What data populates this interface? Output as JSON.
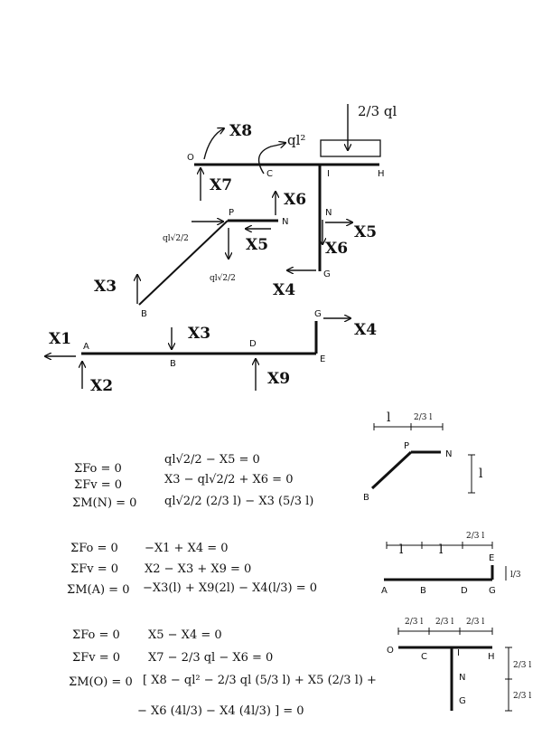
{
  "diagram": {
    "top_load": "2/3 ql",
    "moment": "ql²",
    "points": {
      "O": "O",
      "C": "C",
      "I": "I",
      "H": "H",
      "P": "P",
      "N": "N",
      "B": "B",
      "G": "G",
      "A": "A",
      "D": "D",
      "E": "E"
    },
    "forces": {
      "X1": "X1",
      "X2": "X2",
      "X3": "X3",
      "X4": "X4",
      "X5": "X5",
      "X6": "X6",
      "X7": "X7",
      "X8": "X8",
      "X9": "X9"
    },
    "diag_loads": {
      "h_load": "ql√2/2",
      "v_load": "ql√2/2"
    }
  },
  "equations": {
    "set1": [
      {
        "lhs": "ΣFo = 0",
        "rhs": "ql√2/2 − X5 = 0"
      },
      {
        "lhs": "ΣFv = 0",
        "rhs": "X3 − ql√2/2 + X6 = 0"
      },
      {
        "lhs": "ΣM(N) = 0",
        "rhs": "ql√2/2 (2/3 l) − X3 (5/3 l)"
      }
    ],
    "set2": [
      {
        "lhs": "ΣFo = 0",
        "rhs": "−X1 + X4 = 0"
      },
      {
        "lhs": "ΣFv = 0",
        "rhs": "X2 − X3 + X9 = 0"
      },
      {
        "lhs": "ΣM(A) = 0",
        "rhs": "−X3(l) + X9(2l) − X4(l/3) = 0"
      }
    ],
    "set3": [
      {
        "lhs": "ΣFo = 0",
        "rhs": "X5 − X4 = 0"
      },
      {
        "lhs": "ΣFv = 0",
        "rhs": "X7 − 2/3 ql − X6 = 0"
      },
      {
        "lhs": "ΣM(O) = 0",
        "rhs": "[ X8 − ql² − 2/3 ql (5/3 l) + X5 (2/3 l) +"
      },
      {
        "lhs": "",
        "rhs": "− X6 (4l/3) − X4 (4l/3) ] = 0"
      }
    ]
  },
  "sketches": {
    "s1": {
      "dim_l": "l",
      "dim_23l": "2/3 l",
      "dim_v": "l",
      "P": "P",
      "N": "N",
      "B": "B"
    },
    "s2": {
      "dim_l1": "l",
      "dim_l2": "l",
      "dim_23l": "2/3 l",
      "dim_v": "l/3",
      "A": "A",
      "B": "B",
      "D": "D",
      "G": "G",
      "E": "E"
    },
    "s3": {
      "d1": "2/3 l",
      "d2": "2/3 l",
      "d3": "2/3 l",
      "v1": "2/3 l",
      "v2": "2/3 l",
      "O": "O",
      "C": "C",
      "I": "I",
      "H": "H",
      "N": "N",
      "G": "G"
    }
  }
}
